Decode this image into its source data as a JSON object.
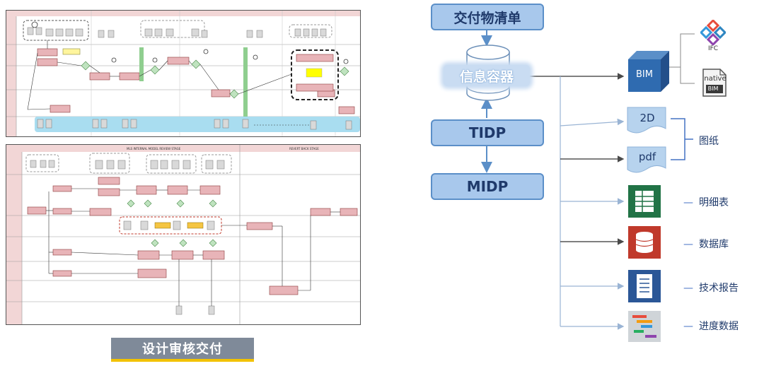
{
  "caption": "设计审核交付",
  "top_workflow": {
    "lanes": [
      "",
      "",
      "",
      "",
      ""
    ],
    "header": [
      "",
      "",
      "",
      "",
      ""
    ]
  },
  "bottom_workflow": {
    "header_left": "MLS INTERNAL MODEL REVIEW STAGE",
    "header_right": "REVERT BACK STAGE"
  },
  "diagram": {
    "deliverables_list": "交付物清单",
    "info_container": "信息容器",
    "tidp": "TIDP",
    "midp": "MIDP",
    "bim": "BIM",
    "ifc_label": "IFC",
    "native_top": "native",
    "native_bottom": "BIM",
    "doc_2d": "2D",
    "doc_pdf": "pdf",
    "drawings_label": "图纸",
    "outputs": [
      {
        "name": "明细表",
        "icon": "spreadsheet-icon",
        "color": "#217346"
      },
      {
        "name": "数据库",
        "icon": "database-icon",
        "color": "#c0392b"
      },
      {
        "name": "技术报告",
        "icon": "report-icon",
        "color": "#2b5797"
      },
      {
        "name": "进度数据",
        "icon": "gantt-icon",
        "color": "#7f8c8d"
      }
    ]
  }
}
